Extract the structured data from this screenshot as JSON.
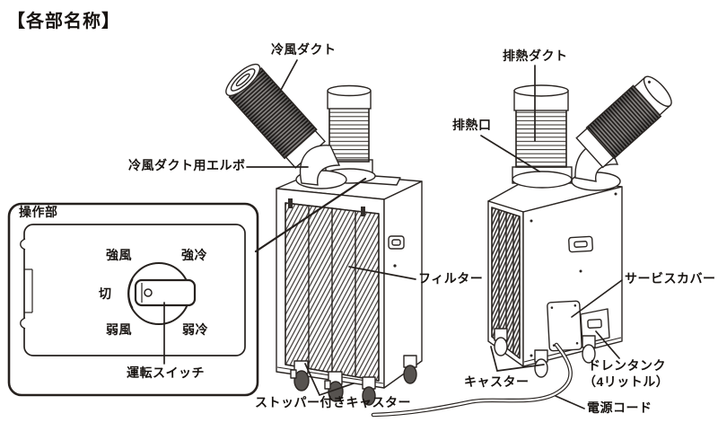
{
  "page": {
    "title": "【各部名称】"
  },
  "diagram": {
    "labels": {
      "cold_air_duct": "冷風ダクト",
      "cold_air_duct_elbow": "冷風ダクト用エルボ",
      "exhaust_duct": "排熱ダクト",
      "exhaust_outlet": "排熱口",
      "filter": "フィルター",
      "service_cover": "サービスカバー",
      "drain_tank": "ドレンタンク",
      "drain_tank_capacity": "（4リットル）",
      "casters": "キャスター",
      "stopper_casters": "ストッパー付きキャスター",
      "power_cord": "電源コード"
    },
    "control_panel": {
      "title": "操作部",
      "switch_label": "運転スイッチ",
      "dial_positions": {
        "high_fan": "強風",
        "high_cool": "強冷",
        "off": "切",
        "low_fan": "弱風",
        "low_cool": "弱冷"
      }
    },
    "colors": {
      "line": "#2a2522",
      "text": "#171310",
      "background": "#ffffff"
    }
  }
}
